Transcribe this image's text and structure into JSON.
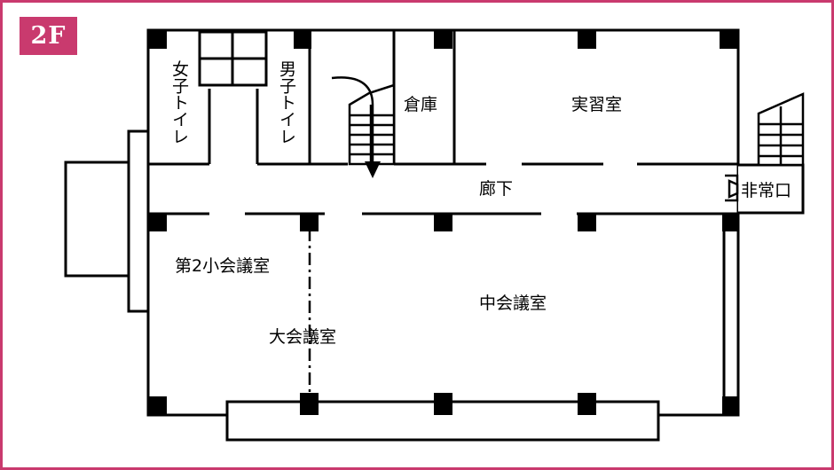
{
  "floor": "2F",
  "colors": {
    "frame": "#c93a6e",
    "line": "#000000"
  },
  "rooms": {
    "womens_toilet": "女子トイレ",
    "mens_toilet": "男子トイレ",
    "storage": "倉庫",
    "practice_room": "実習室",
    "corridor": "廊下",
    "emergency_exit": "非常口",
    "small_meeting_room_2": "第2小会議室",
    "medium_meeting_room": "中会議室",
    "large_meeting_room": "大会議室"
  }
}
